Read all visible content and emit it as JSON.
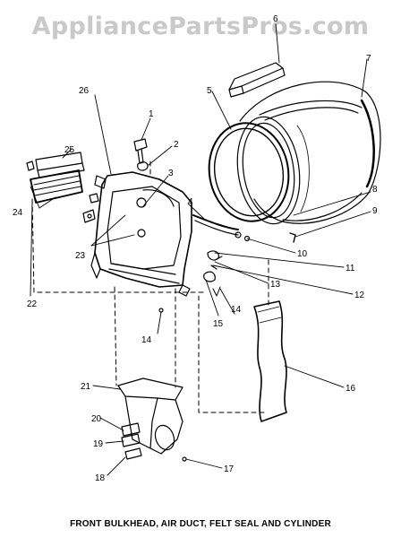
{
  "watermark": "AppliancePartsPros.com",
  "caption": "FRONT BULKHEAD, AIR DUCT, FELT SEAL AND CYLINDER",
  "callouts": {
    "c1": "1",
    "c2": "2",
    "c3": "3",
    "c4": "4",
    "c5": "5",
    "c6": "6",
    "c7": "7",
    "c8": "8",
    "c9": "9",
    "c10": "10",
    "c11": "11",
    "c12": "12",
    "c13": "13",
    "c14a": "14",
    "c14b": "14",
    "c15": "15",
    "c16": "16",
    "c17": "17",
    "c18": "18",
    "c19": "19",
    "c20": "20",
    "c21": "21",
    "c22": "22",
    "c23": "23",
    "c24": "24",
    "c25": "25",
    "c26": "26"
  }
}
